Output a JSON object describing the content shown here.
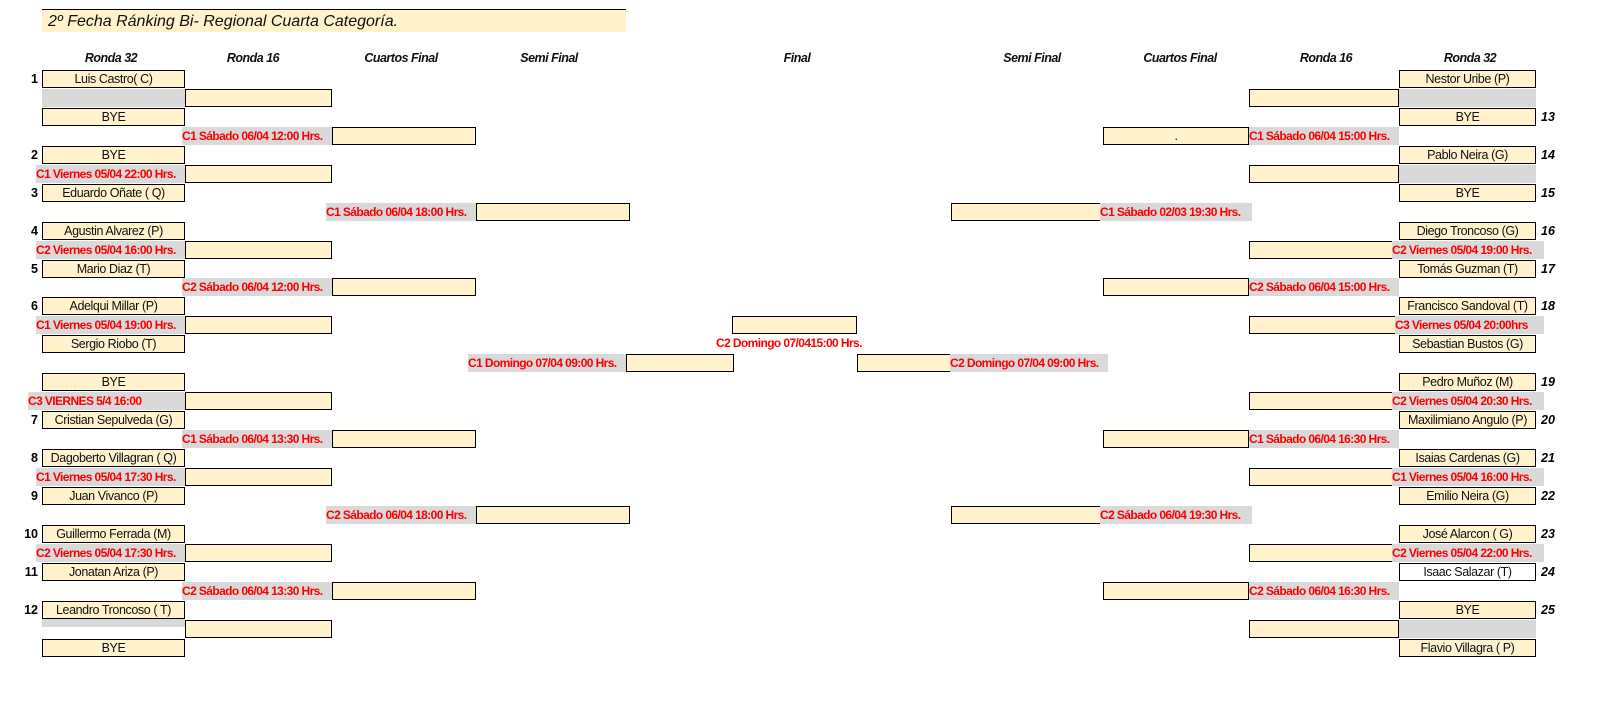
{
  "title": "2º Fecha Ránking Bi- Regional Cuarta Categoría.",
  "headers": {
    "left_r32": "Ronda 32",
    "left_r16": "Ronda 16",
    "left_qf": "Cuartos Final",
    "left_sf": "Semi Final",
    "final": "Final",
    "right_sf": "Semi Final",
    "right_qf": "Cuartos Final",
    "right_r16": "Ronda 16",
    "right_r32": "Ronda 32"
  },
  "left": {
    "players": [
      "Luis Castro( C)",
      "BYE",
      "BYE",
      "Eduardo Oñate ( Q)",
      "Agustin Alvarez (P)",
      "Mario Diaz (T)",
      "Adelqui Millar (P)",
      "Sergio Riobo (T)",
      "BYE",
      "Cristian Sepulveda (G)",
      "Dagoberto Villagran ( Q)",
      "Juan Vivanco (P)",
      "Guillermo Ferrada (M)",
      "Jonatan  Ariza (P)",
      "Leandro Troncoso ( T)",
      "BYE"
    ],
    "seeds": [
      "1",
      "2",
      "3",
      "4",
      "5",
      "6",
      "7",
      "8",
      "9",
      "10",
      "11",
      "12"
    ],
    "r16_schedules": [
      "C1 Viernes 05/04 22:00 Hrs.",
      "C2 Viernes 05/04 16:00 Hrs.",
      "C1 Viernes 05/04 19:00 Hrs.",
      "C3 VIERNES 5/4 16:00",
      "C1 Viernes 05/04 17:30 Hrs.",
      "C2 Viernes 05/04 17:30 Hrs."
    ],
    "qf_schedules": [
      "C1 Sábado 06/04 12:00 Hrs.",
      "C2 Sábado 06/04 12:00 Hrs.",
      "C1 Sábado 06/04 13:30 Hrs.",
      "C2 Sábado 06/04 13:30 Hrs."
    ],
    "sf_schedules": [
      "C1 Sábado 06/04 18:00 Hrs.",
      "C2 Sábado 06/04 18:00 Hrs."
    ],
    "final_schedule": "C1 Domingo 07/04 09:00 Hrs."
  },
  "final_schedule": "C2 Domingo 07/0415:00 Hrs.",
  "right": {
    "players": [
      "Nestor Uribe (P)",
      "BYE",
      "Pablo Neira (G)",
      "BYE",
      "Diego Troncoso (G)",
      "Tomás Guzman (T)",
      "Francisco Sandoval (T)",
      "Sebastian Bustos (G)",
      "Pedro Muñoz (M)",
      "Maxilimiano Angulo (P)",
      "Isaias Cardenas  (G)",
      "Emilio Neira (G)",
      "José Alarcon ( G)",
      "Isaac Salazar (T)",
      "BYE",
      "Flavio  Villagra ( P)"
    ],
    "seeds": [
      "13",
      "14",
      "15",
      "16",
      "17",
      "18",
      "19",
      "20",
      "21",
      "22",
      "23",
      "24",
      "25"
    ],
    "r16_schedules": [
      "C2 Viernes 05/04 19:00 Hrs.",
      "C3 Viernes 05/04 20:00hrs",
      "C2 Viernes 05/04 20:30 Hrs.",
      "C1 Viernes 05/04 16:00 Hrs.",
      "C2 Viernes 05/04 22:00 Hrs."
    ],
    "qf_schedules": [
      "C1 Sábado 06/04 15:00 Hrs.",
      "C2 Sábado 06/04 15:00 Hrs.",
      "C1 Sábado 06/04 16:30 Hrs.",
      "C2 Sábado 06/04 16:30 Hrs."
    ],
    "qf_first_value": ".",
    "sf_schedules": [
      "C1 Sábado 02/03 19:30 Hrs.",
      "C2 Sábado 06/04 19:30 Hrs."
    ],
    "final_schedule": "C2 Domingo 07/04 09:00 Hrs."
  },
  "colors": {
    "box_fill": "#fff2cc",
    "schedule_fill": "#d9d9d9",
    "schedule_text": "#ff0000"
  }
}
